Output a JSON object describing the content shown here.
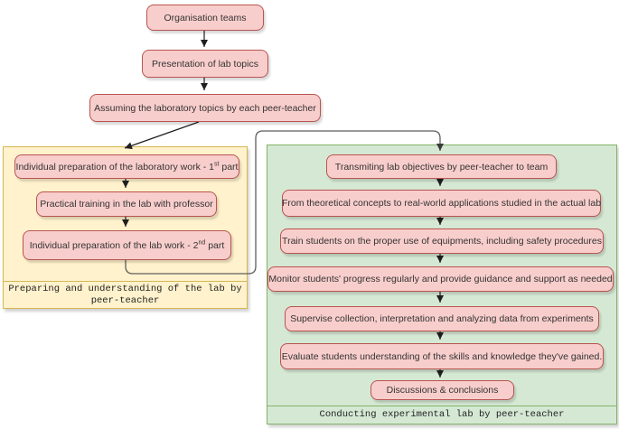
{
  "colors": {
    "node_fill": "#f8cecc",
    "node_border": "#b85450",
    "left_panel_fill": "#fff2cc",
    "left_panel_border": "#d6b656",
    "right_panel_fill": "#d5e8d4",
    "right_panel_border": "#82b366",
    "arrow": "#1f1f1f",
    "loop_connector": "#5e5e5e",
    "text": "#333333"
  },
  "flow_top": {
    "nodes": [
      {
        "label": "Organisation teams"
      },
      {
        "label": "Presentation of lab topics"
      },
      {
        "label": "Assuming the laboratory topics by each peer-teacher"
      }
    ]
  },
  "left_panel": {
    "title_line1": "Preparing and understanding of the lab by",
    "title_line2": "peer-teacher",
    "nodes": [
      {
        "pre": "Individual preparation of the laboratory work - 1",
        "sup": "st",
        "post": " part"
      },
      {
        "label": "Practical training in the lab with professor"
      },
      {
        "pre": "Individual preparation of the lab work - 2",
        "sup": "nd",
        "post": " part"
      }
    ]
  },
  "right_panel": {
    "title": "Conducting experimental lab by peer-teacher",
    "nodes": [
      {
        "label": "Transmiting lab objectives by peer-teacher to team"
      },
      {
        "label": "From theoretical concepts to real-world applications studied in the actual lab"
      },
      {
        "label": "Train students on the proper use of equipments, including safety procedures"
      },
      {
        "label": "Monitor students' progress regularly and provide guidance and support as needed"
      },
      {
        "label": "Supervise collection, interpretation and analyzing data from experiments"
      },
      {
        "label": "Evaluate students understanding of the skills and knowledge they've gained."
      },
      {
        "label": "Discussions & conclusions"
      }
    ]
  }
}
